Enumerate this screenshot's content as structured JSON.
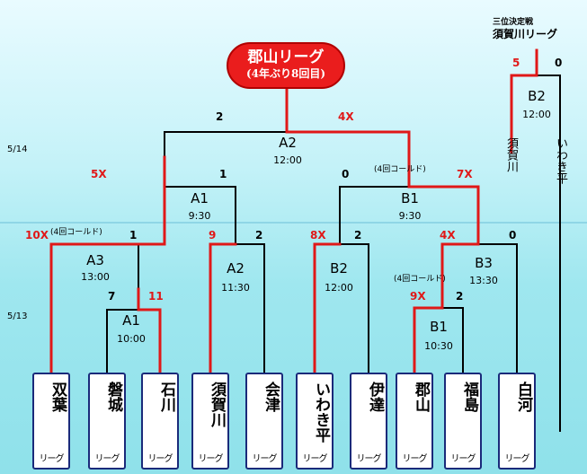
{
  "champion": {
    "line1": "郡山リーグ",
    "line2": "(4年ぶり8回目)",
    "color": "#ea1d1d"
  },
  "dates": {
    "day2": "5/14",
    "day1": "5/13"
  },
  "third_place": {
    "title": "三位決定戦",
    "league": "須賀川リーグ",
    "game": "B2",
    "time": "12:00",
    "score_left": "5",
    "score_right": "0",
    "team_left": "須賀川",
    "team_right": "いわき平"
  },
  "games": {
    "final": {
      "name": "A2",
      "time": "12:00",
      "score_left": "2",
      "score_right": "4X"
    },
    "semi_a": {
      "name": "A1",
      "time": "9:30",
      "score_left": "5X",
      "score_right": "1"
    },
    "semi_b": {
      "name": "B1",
      "time": "9:30",
      "score_left": "0",
      "score_right": "7X",
      "note": "(4回コールド)"
    },
    "qf_a3": {
      "name": "A3",
      "time": "13:00",
      "score_left": "10X",
      "score_right": "1",
      "note": "(4回コールド)"
    },
    "qf_a2": {
      "name": "A2",
      "time": "11:30",
      "score_left": "9",
      "score_right": "2"
    },
    "qf_b2": {
      "name": "B2",
      "time": "12:00",
      "score_left": "8X",
      "score_right": "2"
    },
    "qf_b3": {
      "name": "B3",
      "time": "13:30",
      "score_left": "4X",
      "score_right": "0"
    },
    "r1_a1": {
      "name": "A1",
      "time": "10:00",
      "score_left": "7",
      "score_right": "11"
    },
    "r1_b1": {
      "name": "B1",
      "time": "10:30",
      "score_left": "9X",
      "score_right": "2",
      "note": "(4回コールド)"
    }
  },
  "teams": [
    {
      "name": "双葉",
      "suffix": "リーグ"
    },
    {
      "name": "磐城",
      "suffix": "リーグ"
    },
    {
      "name": "石川",
      "suffix": "リーグ"
    },
    {
      "name": "須賀川",
      "suffix": "リーグ"
    },
    {
      "name": "会津",
      "suffix": "リーグ"
    },
    {
      "name": "いわき平",
      "suffix": "リーグ"
    },
    {
      "name": "伊達",
      "suffix": "リーグ"
    },
    {
      "name": "郡山",
      "suffix": "リーグ"
    },
    {
      "name": "福島",
      "suffix": "リーグ"
    },
    {
      "name": "白河",
      "suffix": "リーグ"
    }
  ],
  "colors": {
    "win_line": "#e01818",
    "lose_line": "#000000",
    "box_border": "#1a2a7a"
  }
}
